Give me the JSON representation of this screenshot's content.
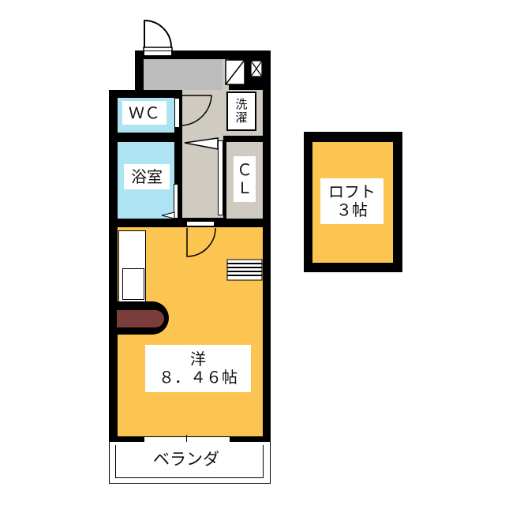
{
  "floorplan": {
    "colors": {
      "wall": "#000000",
      "entrance": "#bdbdbd",
      "hall": "#cfcbc0",
      "wc_bath": "#aee3f4",
      "western_room": "#fcc552",
      "loft": "#fcc552",
      "closet": "#cfcbc0",
      "built_in": "#7b3c3c",
      "background": "#ffffff"
    },
    "rooms": {
      "wc": {
        "label": "ＷＣ"
      },
      "bath": {
        "label": "浴室"
      },
      "washer": {
        "label": "洗\n濯"
      },
      "closet": {
        "label": "Ｃ\nＬ"
      },
      "western": {
        "label_line1": "洋",
        "label_line2": "８．４６帖",
        "size": "8.46"
      },
      "veranda": {
        "label": "ベランダ"
      },
      "loft": {
        "label_line1": "ロフト",
        "label_line2": "３帖",
        "size": "3"
      }
    }
  }
}
